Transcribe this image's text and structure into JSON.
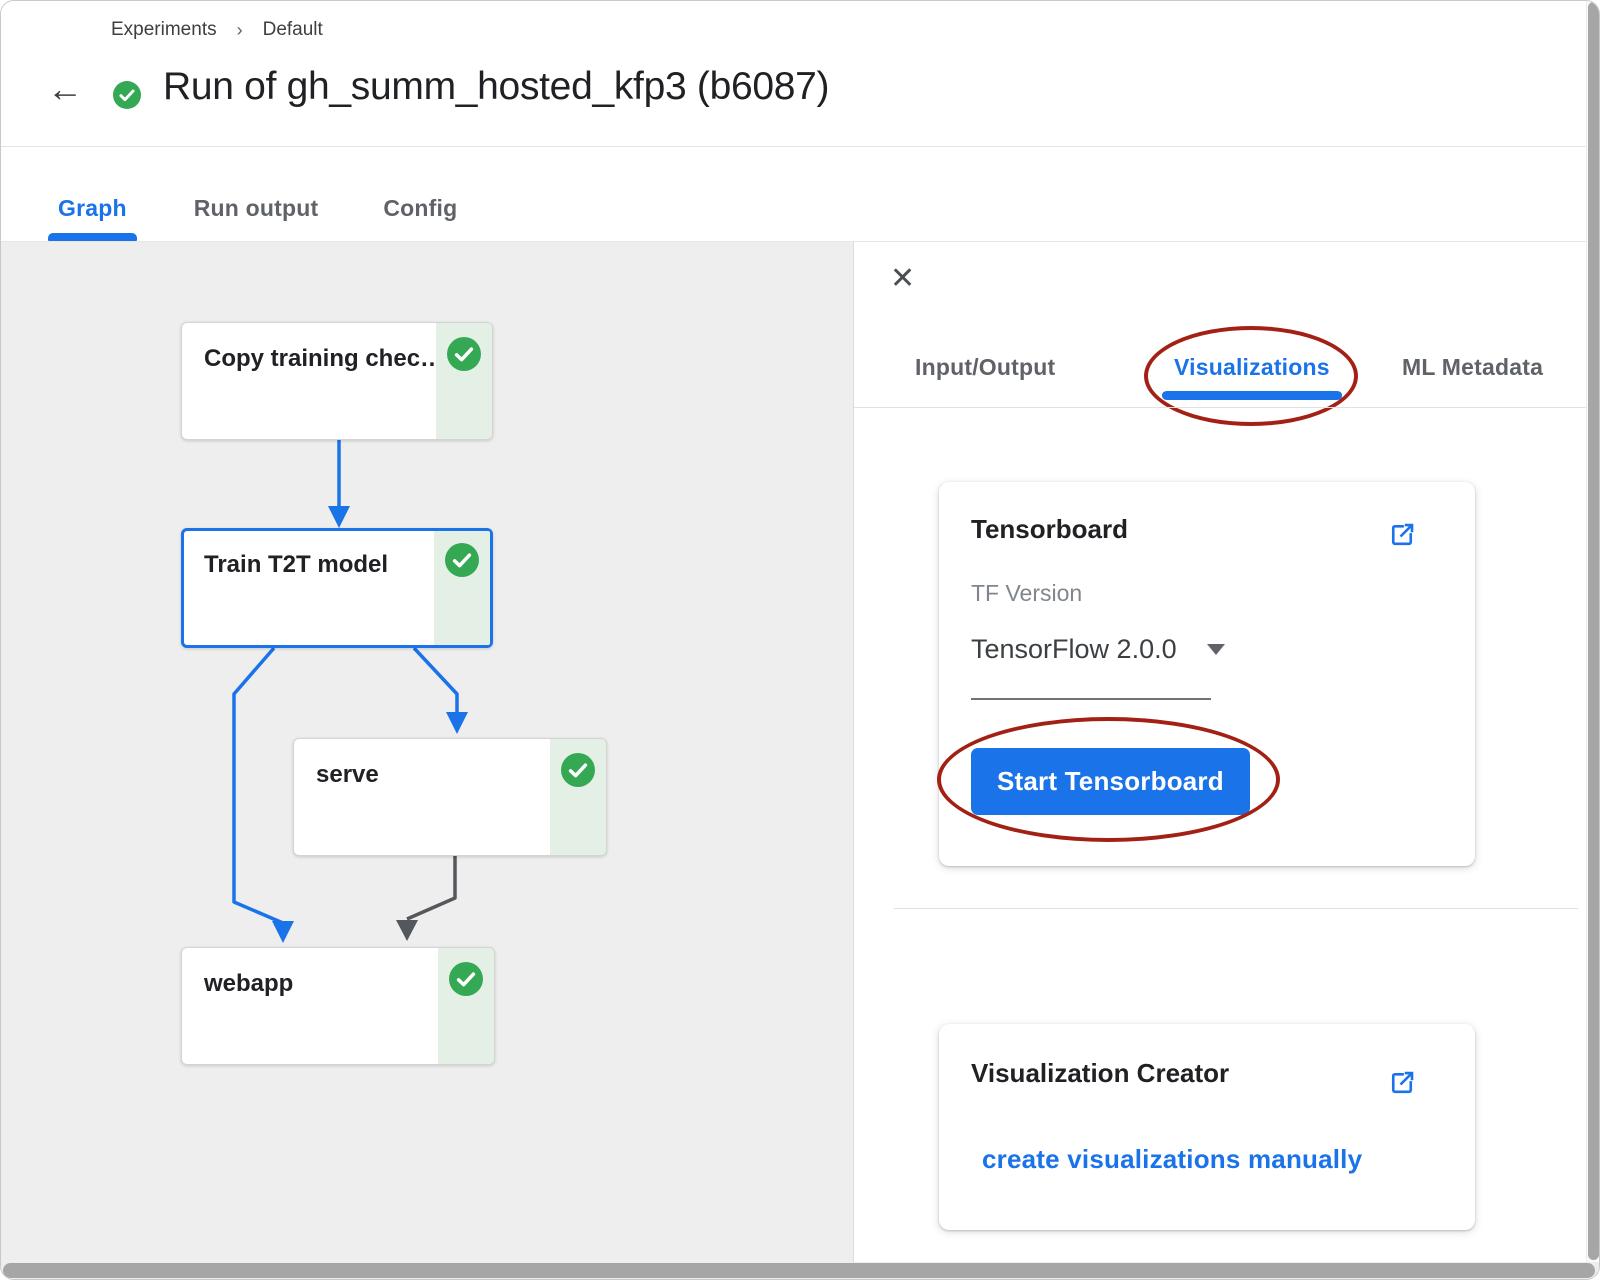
{
  "colors": {
    "accent_blue": "#1a73e8",
    "success_green": "#34a853",
    "success_strip_bg": "#e4f0e5",
    "annotation_red": "#a32014",
    "edge_gray": "#54585c",
    "graph_background": "#eeeeee"
  },
  "header": {
    "breadcrumb": [
      "Experiments",
      "Default"
    ],
    "breadcrumb_separator": "›",
    "back_glyph": "←",
    "title": "Run of gh_summ_hosted_kfp3 (b6087)",
    "status": "succeeded"
  },
  "main_tabs": {
    "items": [
      {
        "label": "Graph",
        "active": true
      },
      {
        "label": "Run output",
        "active": false
      },
      {
        "label": "Config",
        "active": false
      }
    ]
  },
  "graph": {
    "nodes": [
      {
        "label": "Copy training chec…",
        "status": "succeeded",
        "selected": false
      },
      {
        "label": "Train T2T model",
        "status": "succeeded",
        "selected": true
      },
      {
        "label": "serve",
        "status": "succeeded",
        "selected": false
      },
      {
        "label": "webapp",
        "status": "succeeded",
        "selected": false
      }
    ],
    "edges": [
      {
        "from": "Copy training chec…",
        "to": "Train T2T model",
        "color": "blue"
      },
      {
        "from": "Train T2T model",
        "to": "serve",
        "color": "blue"
      },
      {
        "from": "Train T2T model",
        "to": "webapp",
        "color": "blue"
      },
      {
        "from": "serve",
        "to": "webapp",
        "color": "gray"
      }
    ]
  },
  "detail_panel": {
    "close_glyph": "✕",
    "tabs": [
      {
        "label": "Input/Output",
        "active": false
      },
      {
        "label": "Visualizations",
        "active": true,
        "annotated": true
      },
      {
        "label": "ML Metadata",
        "active": false
      }
    ],
    "tensorboard": {
      "title": "Tensorboard",
      "tf_version_label": "TF Version",
      "tf_version_value": "TensorFlow 2.0.0",
      "start_button_label": "Start Tensorboard"
    },
    "visualization_creator": {
      "title": "Visualization Creator",
      "link_label": "create visualizations manually"
    }
  }
}
